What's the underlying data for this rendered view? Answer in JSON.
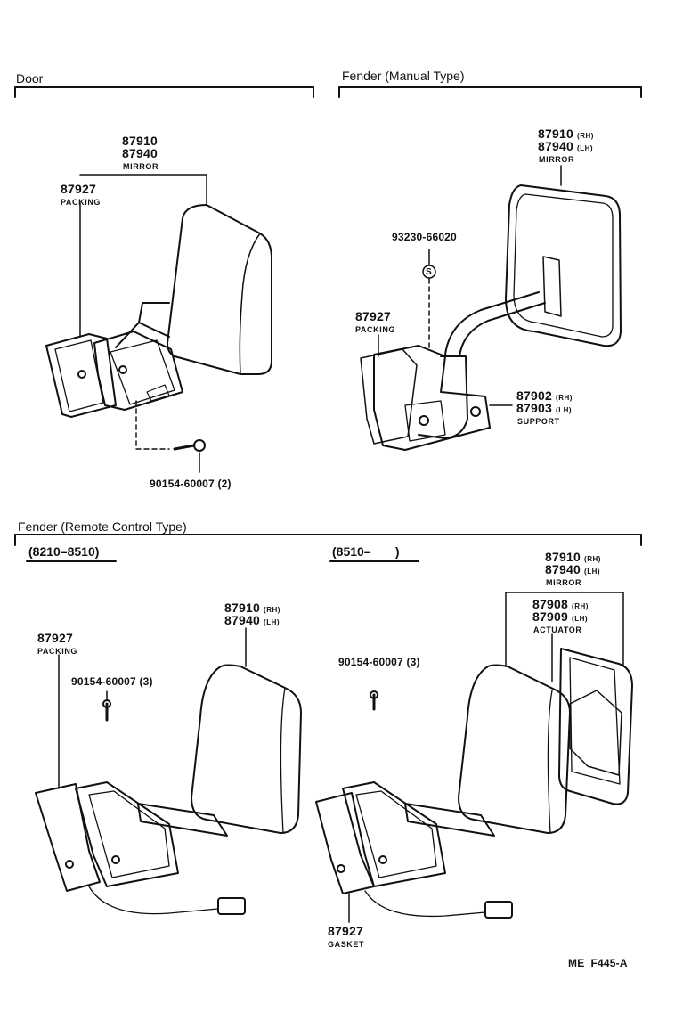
{
  "sections": {
    "door": "Door",
    "fender_manual": "Fender (Manual Type)",
    "fender_remote": "Fender (Remote Control Type)",
    "range_a": "(8210–8510)",
    "range_b": "(8510–       )"
  },
  "door": {
    "mirror_rh": "87910",
    "mirror_lh": "87940",
    "mirror_label": "MIRROR",
    "packing_no": "87927",
    "packing_label": "PACKING",
    "screw": "90154-60007 (2)"
  },
  "manual": {
    "mirror_rh": "87910",
    "mirror_lh": "87940",
    "rh": "(RH)",
    "lh": "(LH)",
    "mirror_label": "MIRROR",
    "screw_no": "93230-66020",
    "packing_no": "87927",
    "packing_label": "PACKING",
    "support_rh": "87902",
    "support_lh": "87903",
    "support_label": "SUPPORT"
  },
  "remote_a": {
    "packing_no": "87927",
    "packing_label": "PACKING",
    "screw": "90154-60007 (3)",
    "mirror_rh": "87910",
    "mirror_lh": "87940",
    "rh": "(RH)",
    "lh": "(LH)"
  },
  "remote_b": {
    "screw": "90154-60007 (3)",
    "mirror_rh": "87910",
    "mirror_lh": "87940",
    "rh": "(RH)",
    "lh": "(LH)",
    "mirror_label": "MIRROR",
    "actuator_rh": "87908",
    "actuator_lh": "87909",
    "actuator_label": "ACTUATOR",
    "gasket_no": "87927",
    "gasket_label": "GASKET"
  },
  "screw_symbol": "S",
  "figure_code": "ME  F445-A"
}
